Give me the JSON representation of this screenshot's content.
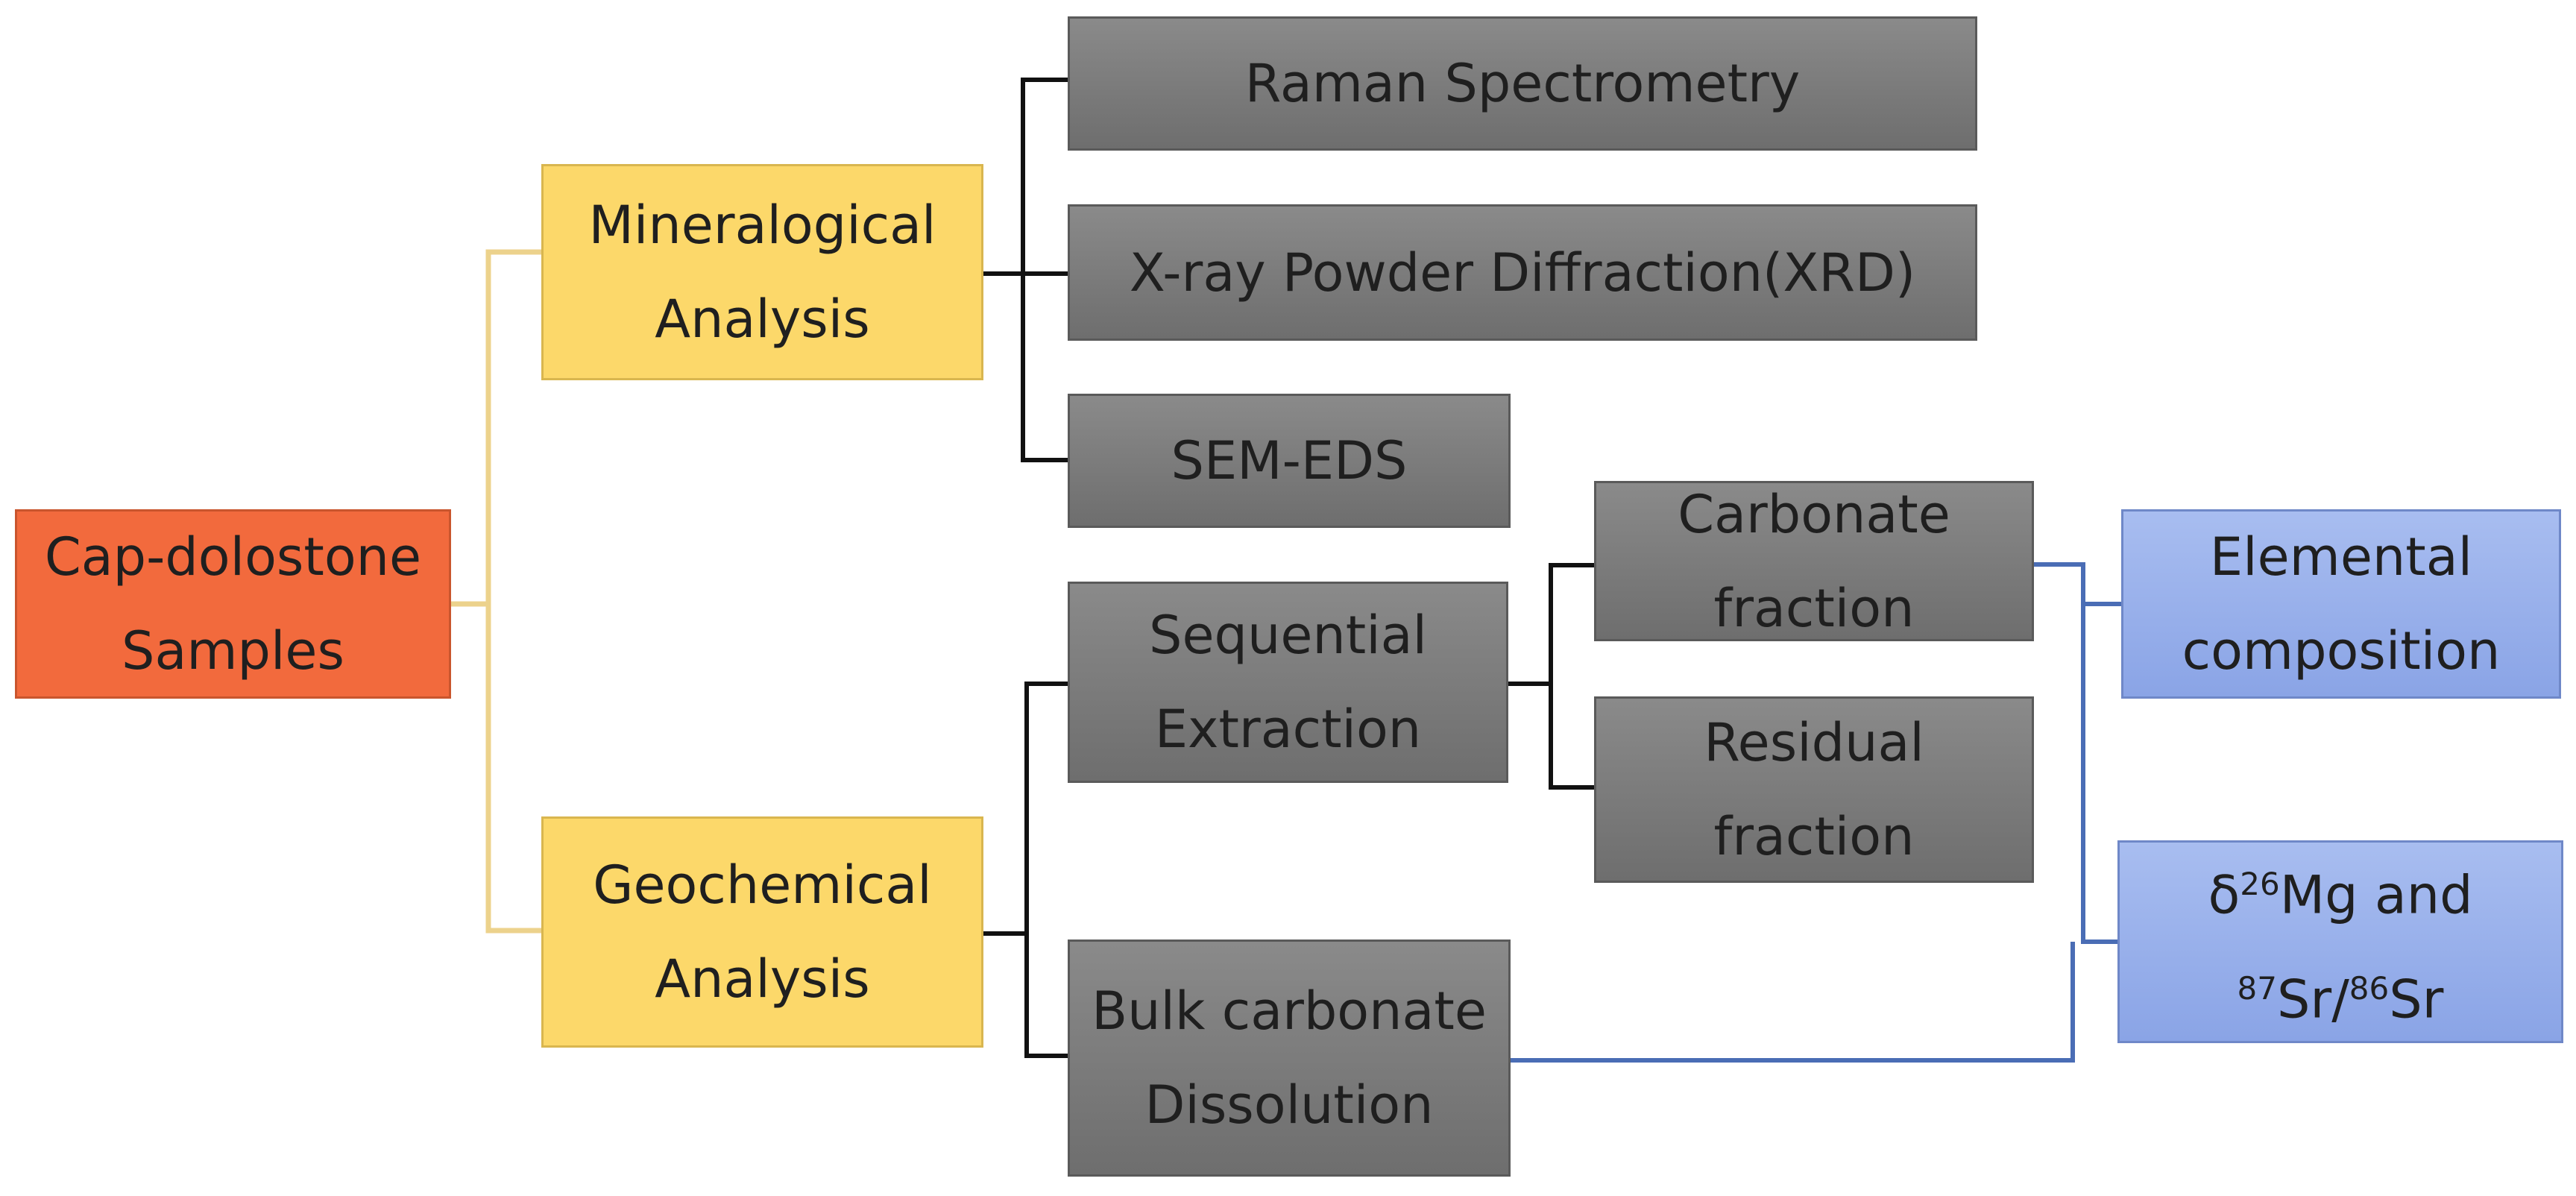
{
  "diagram": {
    "root": {
      "line1": "Cap-dolostone",
      "line2": "Samples"
    },
    "mineralogical": {
      "line1": "Mineralogical",
      "line2": "Analysis"
    },
    "geochemical": {
      "line1": "Geochemical",
      "line2": "Analysis"
    },
    "raman": "Raman Spectrometry",
    "xrd": "X-ray Powder Diffraction(XRD)",
    "sem": "SEM-EDS",
    "sequential": {
      "line1": "Sequential",
      "line2": "Extraction"
    },
    "bulk": {
      "line1": "Bulk carbonate",
      "line2": "Dissolution"
    },
    "carbonate": {
      "line1": "Carbonate",
      "line2": "fraction"
    },
    "residual": {
      "line1": "Residual",
      "line2": "fraction"
    },
    "elemental": {
      "line1": "Elemental",
      "line2": "composition"
    },
    "isotopes": {
      "delta": "δ",
      "mg_mass": "26",
      "mg": "Mg and",
      "sr87_mass": "87",
      "sr_a": "Sr/",
      "sr86_mass": "86",
      "sr_b": "Sr"
    }
  },
  "colors": {
    "root": "#f26a3d",
    "analysis": "#fcd86a",
    "method": "#7a7a7a",
    "output": "#99b0eb",
    "yellow_connector": "#ecd28c",
    "black_connector": "#111111",
    "blue_connector": "#4a6db5"
  }
}
